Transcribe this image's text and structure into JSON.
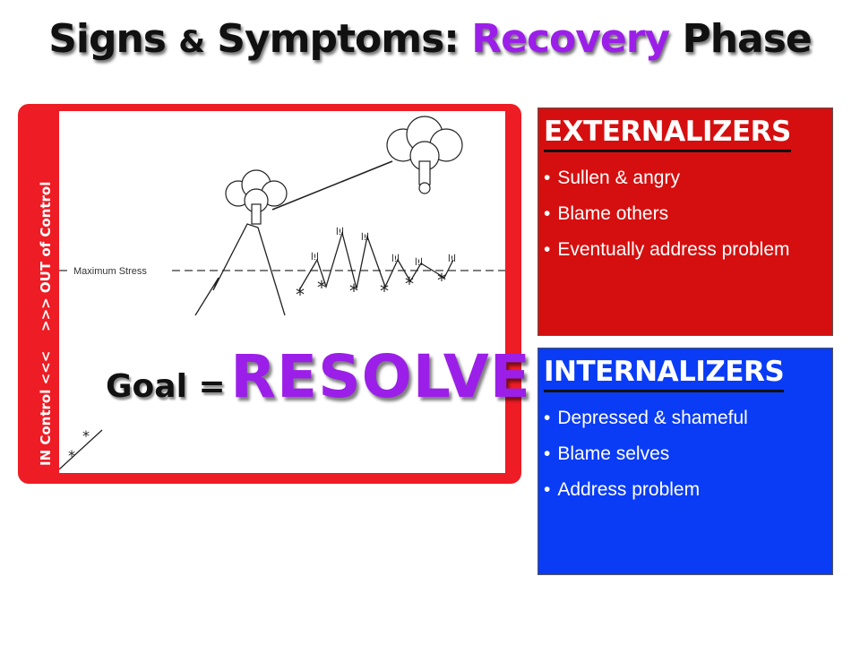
{
  "title": {
    "part1": "Signs ",
    "amp": "&",
    "part2": " Symptoms: ",
    "accent": "Recovery",
    "part3": " Phase"
  },
  "diagram": {
    "side_label_in": "IN Control <<<",
    "side_label_out": ">>> OUT of Control",
    "stress_label": "Maximum Stress",
    "goal_prefix": "Goal =",
    "goal_word": "RESOLVE"
  },
  "externalizers": {
    "heading": "EXTERNALIZERS",
    "items": [
      "Sullen & angry",
      "Blame others",
      "Eventually address problem"
    ],
    "color": "#d50f0f"
  },
  "internalizers": {
    "heading": "INTERNALIZERS",
    "items": [
      "Depressed & shameful",
      "Blame selves",
      "Address problem"
    ],
    "color": "#0a3cf5"
  },
  "colors": {
    "accent": "#9b1fe8",
    "frame": "#ee1c24"
  }
}
